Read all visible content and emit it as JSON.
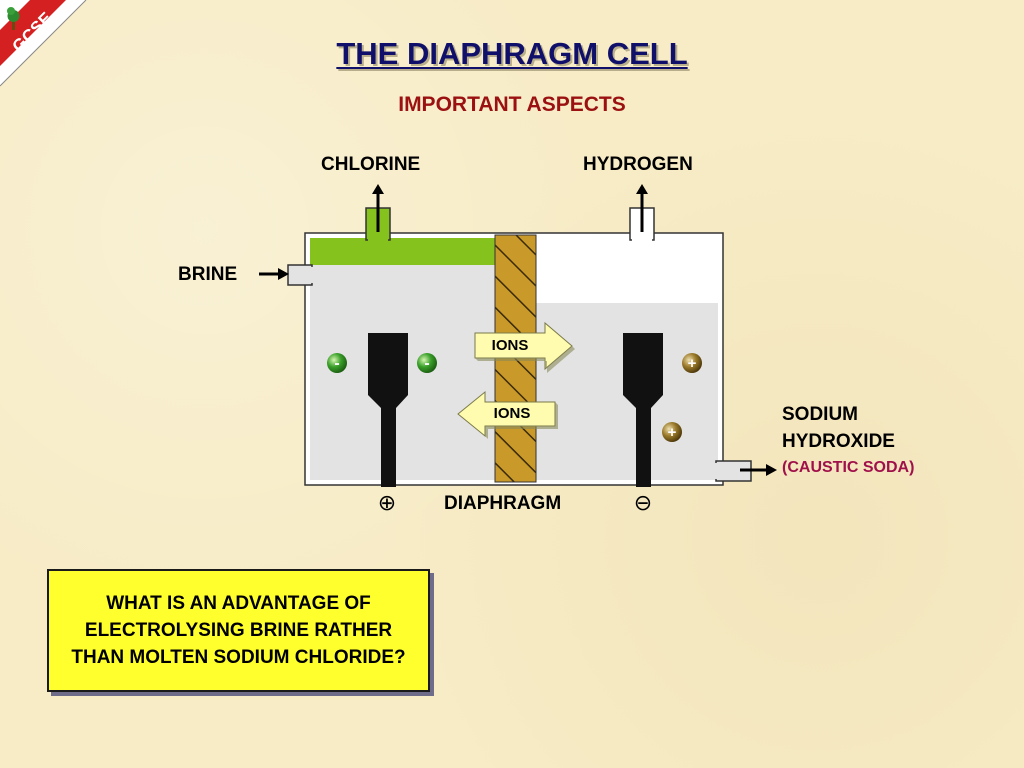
{
  "badge": {
    "text": "GCSE"
  },
  "title": "THE DIAPHRAGM CELL",
  "subtitle": "IMPORTANT ASPECTS",
  "diagram": {
    "chlorine_label": "CHLORINE",
    "hydrogen_label": "HYDROGEN",
    "brine_label": "BRINE",
    "ions_right_label": "IONS",
    "ions_left_label": "IONS",
    "sodium_label": "SODIUM",
    "hydroxide_label": "HYDROXIDE",
    "caustic_label": "(CAUSTIC SODA)",
    "diaphragm_label": "DIAPHRAGM",
    "anode_symbol": "⊕",
    "cathode_symbol": "⊖",
    "negative_ion_sign": "-",
    "positive_ion_sign": "+"
  },
  "question": "WHAT IS AN ADVANTAGE OF ELECTROLYSING BRINE RATHER THAN MOLTEN SODIUM CHLORIDE?",
  "colors": {
    "title": "#10106a",
    "subtitle": "#9b1010",
    "chlorine_gas": "#86c21e",
    "diaphragm": "#c99a2a",
    "ion_negative": "#3aa02a",
    "ion_positive": "#9a7a2a",
    "question_bg": "#ffff2e"
  }
}
